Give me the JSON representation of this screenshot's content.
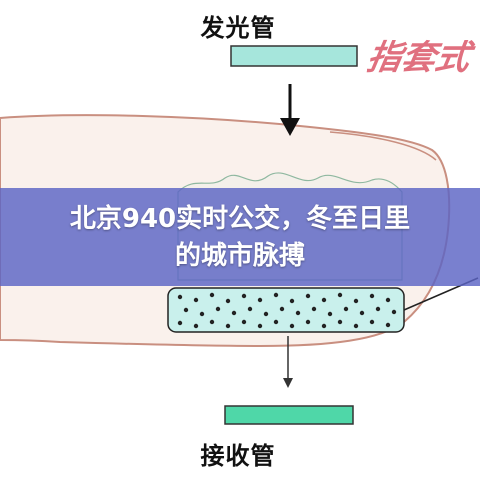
{
  "labels": {
    "top": "发光管",
    "bottom": "接收管",
    "brand": "指套式"
  },
  "banner": {
    "line1": "北京940实时公交，冬至日里",
    "line2": "的城市脉搏"
  },
  "colors": {
    "tube": "#a6e6dc",
    "finger_outline": "#c98f80",
    "finger_fill": "#faf1ec",
    "banner": "#5c64c4",
    "vessel_fill": "#c9f0ec",
    "arrow": "#111111"
  }
}
